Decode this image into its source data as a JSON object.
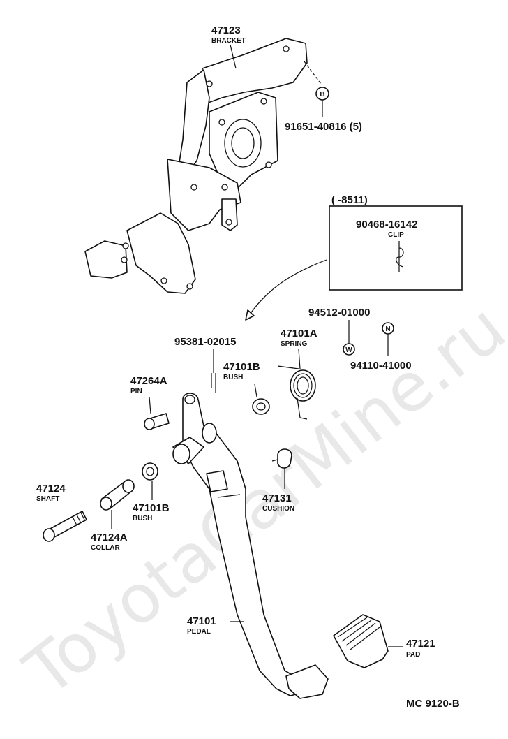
{
  "watermark": "ToyotaCarMine.ru",
  "diagram_code": "MC 9120-B",
  "inset": {
    "range": "(      -8511)",
    "part_no": "90468-16142",
    "name": "CLIP"
  },
  "parts": [
    {
      "id": "bracket",
      "part_no": "47123",
      "name": "BRACKET"
    },
    {
      "id": "bolt",
      "part_no": "91651-40816 (5)",
      "name": "",
      "marker": "B"
    },
    {
      "id": "washer",
      "part_no": "94512-01000",
      "name": "",
      "marker": "W"
    },
    {
      "id": "nut",
      "part_no": "94110-41000",
      "name": "",
      "marker": "N"
    },
    {
      "id": "clip-pin",
      "part_no": "95381-02015",
      "name": ""
    },
    {
      "id": "spring",
      "part_no": "47101A",
      "name": "SPRING"
    },
    {
      "id": "bush-upper",
      "part_no": "47101B",
      "name": "BUSH"
    },
    {
      "id": "pin",
      "part_no": "47264A",
      "name": "PIN"
    },
    {
      "id": "shaft",
      "part_no": "47124",
      "name": "SHAFT"
    },
    {
      "id": "collar",
      "part_no": "47124A",
      "name": "COLLAR"
    },
    {
      "id": "bush-lower",
      "part_no": "47101B",
      "name": "BUSH"
    },
    {
      "id": "cushion",
      "part_no": "47131",
      "name": "CUSHION"
    },
    {
      "id": "pedal",
      "part_no": "47101",
      "name": "PEDAL"
    },
    {
      "id": "pad",
      "part_no": "47121",
      "name": "PAD"
    }
  ]
}
